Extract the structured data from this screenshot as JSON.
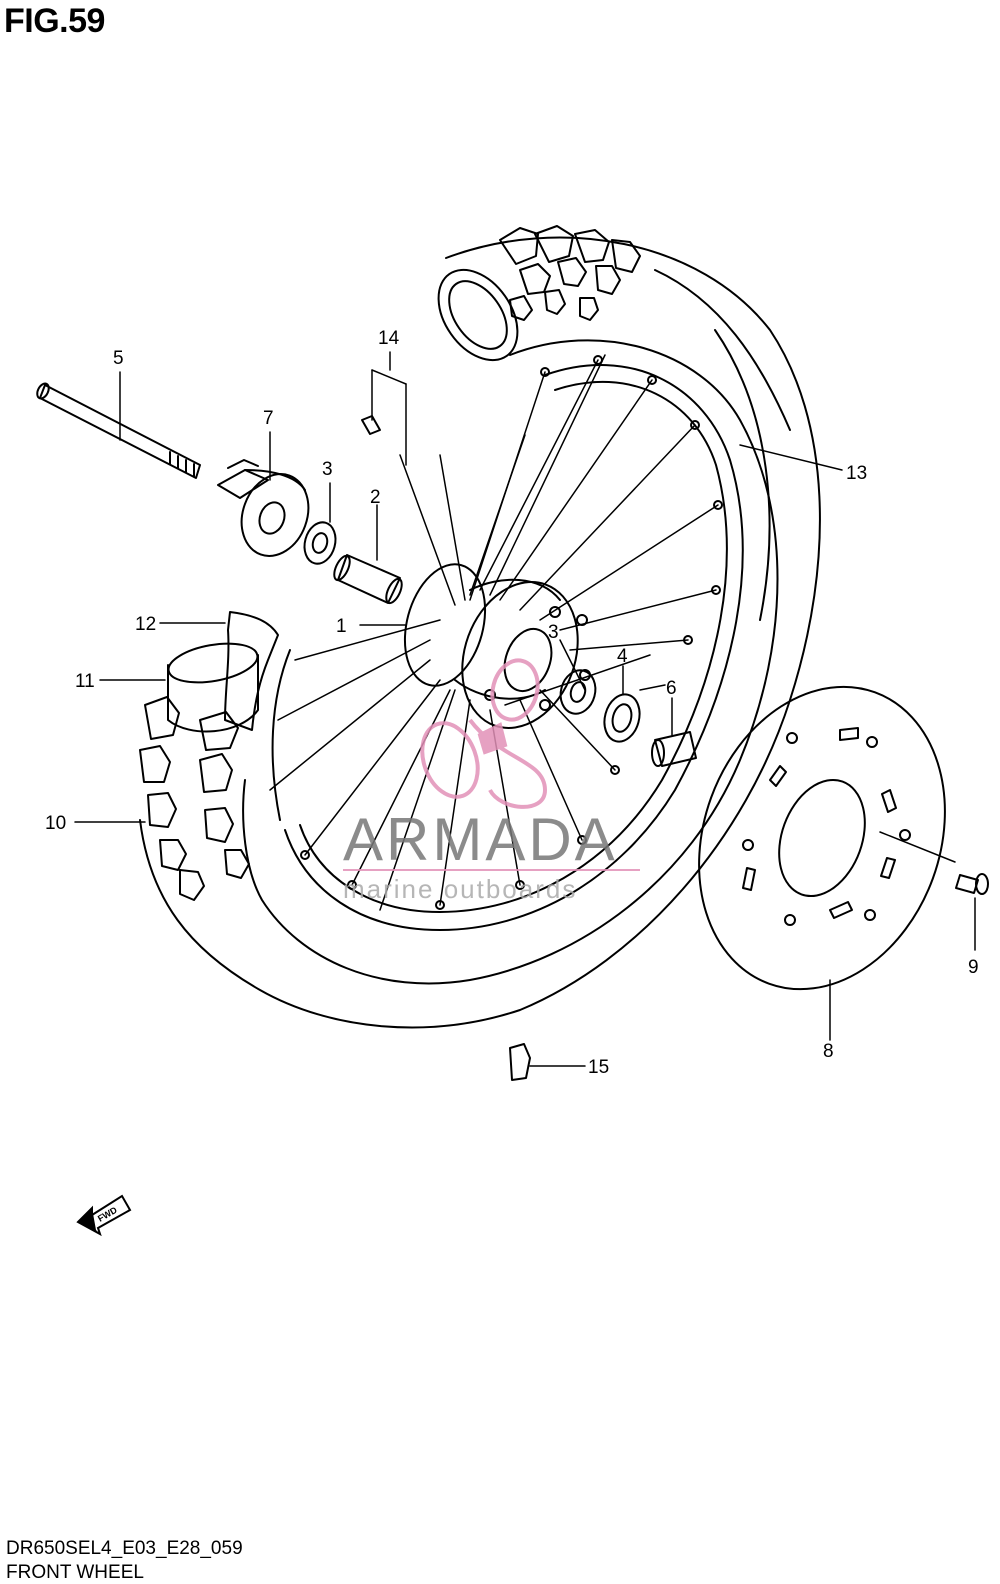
{
  "figure": {
    "title": "FIG.59"
  },
  "footer": {
    "code": "DR650SEL4_E03_E28_059",
    "name": "FRONT WHEEL"
  },
  "watermark": {
    "brand": "ARMADA",
    "tagline": "marine outboards",
    "color": "#e291b8"
  },
  "fwd_arrow": {
    "label": "FWD"
  },
  "callouts": [
    {
      "id": "1",
      "label": "1"
    },
    {
      "id": "2",
      "label": "2"
    },
    {
      "id": "3a",
      "label": "3"
    },
    {
      "id": "3b",
      "label": "3"
    },
    {
      "id": "4",
      "label": "4"
    },
    {
      "id": "5",
      "label": "5"
    },
    {
      "id": "6",
      "label": "6"
    },
    {
      "id": "7",
      "label": "7"
    },
    {
      "id": "8",
      "label": "8"
    },
    {
      "id": "9",
      "label": "9"
    },
    {
      "id": "10",
      "label": "10"
    },
    {
      "id": "11",
      "label": "11"
    },
    {
      "id": "12",
      "label": "12"
    },
    {
      "id": "13",
      "label": "13"
    },
    {
      "id": "14",
      "label": "14"
    },
    {
      "id": "15",
      "label": "15"
    }
  ]
}
